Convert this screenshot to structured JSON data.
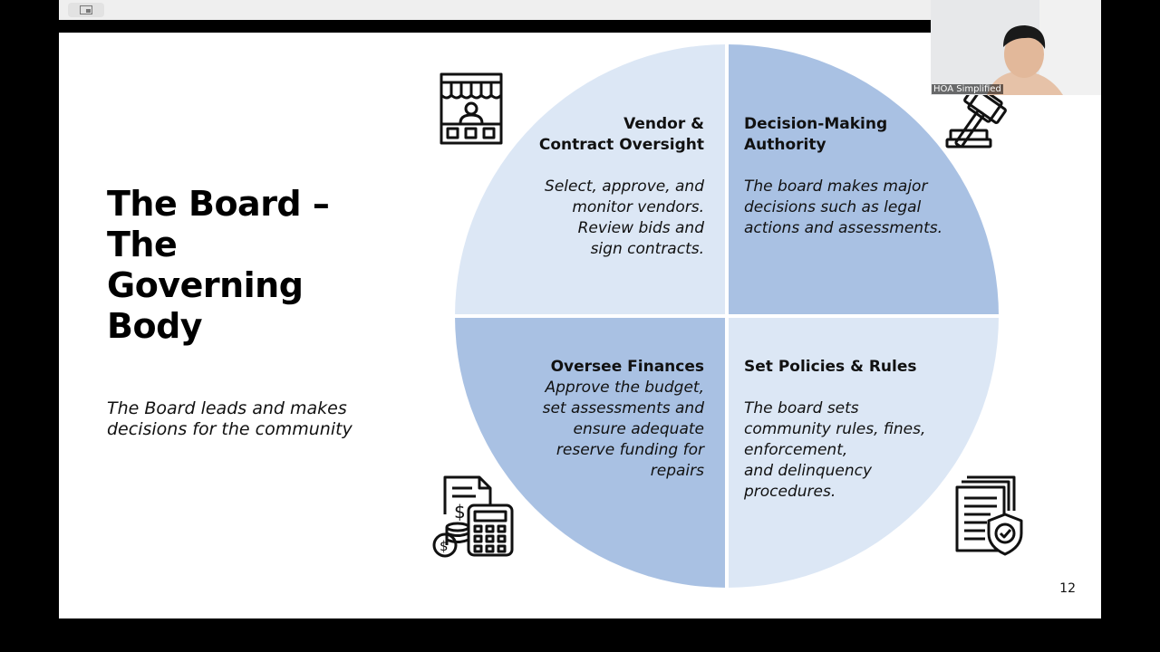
{
  "slide": {
    "title": "The Board –\nThe\nGoverning\nBody",
    "subtitle": "The Board leads and makes\ndecisions for the community",
    "page_number": "12",
    "quadrants": [
      {
        "id": "top-left",
        "title": "Vendor &\nContract Oversight",
        "body": "Select, approve, and\nmonitor vendors.\nReview bids and\nsign contracts.",
        "icon": "vendor-store-icon"
      },
      {
        "id": "top-right",
        "title": "Decision-Making\nAuthority",
        "body": "The board makes major\ndecisions such as legal\nactions and assessments.",
        "icon": "gavel-icon"
      },
      {
        "id": "bottom-left",
        "title": "Oversee Finances",
        "body": "Approve the budget,\nset assessments and\nensure adequate\nreserve funding for\nrepairs",
        "icon": "budget-calculator-icon"
      },
      {
        "id": "bottom-right",
        "title": "Set Policies & Rules",
        "body": "The board sets\ncommunity rules, fines,\nenforcement,\nand delinquency\n procedures.",
        "icon": "policy-documents-icon"
      }
    ],
    "colors": {
      "light_quadrant": "#dce7f5",
      "dark_quadrant": "#a9c1e3",
      "divider": "#ffffff"
    }
  },
  "video": {
    "label": "HOA Simplified"
  }
}
